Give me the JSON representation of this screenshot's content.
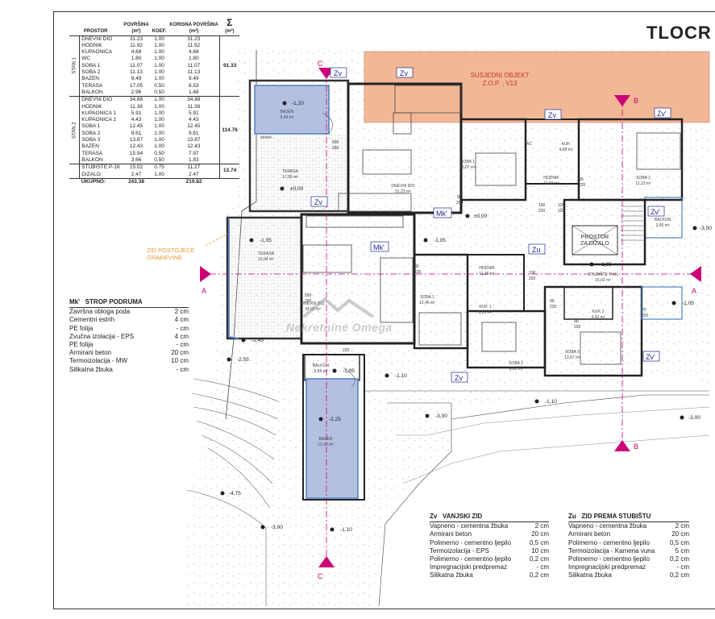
{
  "title": "TLOCR",
  "area_table": {
    "headers": {
      "prostor": "PROSTOR",
      "povrsina": "POVRŠINA",
      "povrsina_unit": "(m²)",
      "koef": "KOEF.",
      "korisna": "KORISNA POVRŠINA",
      "korisna_unit": "(m²)",
      "sigma": "Σ",
      "sigma_unit": "(m²)"
    },
    "groups": [
      {
        "label": "STAN 1",
        "sum": "91.33",
        "rows": [
          [
            "DNEVNI DIO",
            "31.23",
            "1.00",
            "31.23"
          ],
          [
            "HODNIK",
            "11.92",
            "1.00",
            "11.92"
          ],
          [
            "KUPAONICA",
            "4.68",
            "1.00",
            "4.68"
          ],
          [
            "WC",
            "1.80",
            "1.00",
            "1.80"
          ],
          [
            "SOBA 1",
            "11.07",
            "1.00",
            "11.07"
          ],
          [
            "SOBA 2",
            "11.13",
            "1.00",
            "11.13"
          ],
          [
            "BAZEN",
            "9.49",
            "1.00",
            "9.49"
          ],
          [
            "TERASA",
            "17.05",
            "0.50",
            "8.53"
          ],
          [
            "BALKON",
            "2.96",
            "0.50",
            "1.48"
          ]
        ]
      },
      {
        "label": "STAN 2",
        "sum": "114.76",
        "rows": [
          [
            "DNEVNI DIO",
            "34.88",
            "1.00",
            "34.88"
          ],
          [
            "HODNIK",
            "11.38",
            "1.00",
            "11.38"
          ],
          [
            "KUPAONICA 1",
            "5.91",
            "1.00",
            "5.91"
          ],
          [
            "KUPAONICA 2",
            "4.43",
            "1.00",
            "4.43"
          ],
          [
            "SOBA 1",
            "12.45",
            "1.00",
            "12.45"
          ],
          [
            "SOBA 2",
            "9.61",
            "1.00",
            "9.61"
          ],
          [
            "SOBA 3",
            "13.87",
            "1.00",
            "13.87"
          ],
          [
            "BAZEN",
            "12.43",
            "1.00",
            "12.43"
          ],
          [
            "TERASA",
            "15.94",
            "0.50",
            "7.97"
          ],
          [
            "BALKON",
            "3.66",
            "0.50",
            "1.83"
          ]
        ]
      },
      {
        "label": "",
        "sum": "13.74",
        "rows": [
          [
            "STUBIŠTE P-1K",
            "15.02",
            "0.75",
            "11.27"
          ],
          [
            "DIZALO",
            "2.47",
            "1.00",
            "2.47"
          ]
        ]
      }
    ],
    "total": [
      "UKUPNO:",
      "243.38",
      "",
      "219.82"
    ]
  },
  "spec_mk": {
    "code": "Mk'",
    "title": "STROP PODRUMA",
    "rows": [
      [
        "Završna obloga poda",
        "2 cm"
      ],
      [
        "Cementni estrih",
        "4 cm"
      ],
      [
        "PE folija",
        "- cm"
      ],
      [
        "Zvučna izolacija - EPS",
        "4 cm"
      ],
      [
        "PE folija",
        "- cm"
      ],
      [
        "Armirani beton",
        "20 cm"
      ],
      [
        "Termoizolacija - MW",
        "10 cm"
      ],
      [
        "Silikatna žbuka",
        "- cm"
      ]
    ]
  },
  "spec_zv": {
    "code": "Zv",
    "title": "VANJSKI ZID",
    "rows": [
      [
        "Vapneno - cementna žbuka",
        "2 cm"
      ],
      [
        "Armirani beton",
        "20 cm"
      ],
      [
        "Polimerno - cementno ljepilo",
        "0,5 cm"
      ],
      [
        "Termoizolacija - EPS",
        "10 cm"
      ],
      [
        "Polimerno - cementno ljepilo",
        "0,2 cm"
      ],
      [
        "Impregnacijski predpremaz",
        "- cm"
      ],
      [
        "Silikatna žbuka",
        "0,2 cm"
      ]
    ]
  },
  "spec_zu": {
    "code": "Zu",
    "title": "ZID PREMA STUBIŠTU",
    "rows": [
      [
        "Vapneno - cementna žbuka",
        "2 cm"
      ],
      [
        "Armirani beton",
        "20 cm"
      ],
      [
        "Polimerno - cementno ljepilo",
        "0,5 cm"
      ],
      [
        "Termoizolacija - Kamena vuna",
        "5 cm"
      ],
      [
        "Polimerno - cementno ljepilo",
        "0,2 cm"
      ],
      [
        "Impregnacijski predpremaz",
        "- cm"
      ],
      [
        "Silikatna žbuka",
        "0,2 cm"
      ]
    ]
  },
  "plan_labels": {
    "neighbor": "SUSJEDNI OBJEKT",
    "neighbor_zop": "Z.O.P. : V13",
    "existing_wall_1": "ZID POSTOJEĆE",
    "existing_wall_2": "GRAĐEVINE",
    "elevator_1": "PROSTOR",
    "elevator_2": "ZA DIZALO",
    "watermark": "Nekretnine Omega",
    "rooms": {
      "bazen1": "BAZEN",
      "bazen1_a": "9,49 m²",
      "terasa1": "TERASA",
      "terasa1_a": "17,05 m²",
      "dnevni1": "DNEVNI DIO",
      "dnevni1_a": "31,23 m²",
      "soba1a": "SOBA 1",
      "soba1a_a": "11,07 m²",
      "wc": "WC",
      "kup": "KUP.",
      "kup_a": "4,68 m²",
      "hodnik1": "HODNIK",
      "hodnik1_a": "11,92 m²",
      "soba2a": "SOBA 2",
      "soba2a_a": "11,13 m²",
      "balkon1": "BALKON",
      "balkon1_a": "2,96 m²",
      "stubiste": "STUBIŠTE P-1K",
      "stubiste_a": "15,02 m²",
      "terasa2": "TERASA",
      "terasa2_a": "15,94 m²",
      "dnevni2": "DNEVNI DIO",
      "dnevni2_a": "34,88 m²",
      "hodnik2": "HODNIK",
      "hodnik2_a": "11,38 m²",
      "soba1b": "SOBA 1",
      "soba1b_a": "12,45 m²",
      "kup1": "KUP. 1",
      "kup1_a": "5,91 m²",
      "kup2": "KUP. 2",
      "kup2_a": "4,43 m²",
      "soba2b": "SOBA 2",
      "soba2b_a": "9,61 m²",
      "soba3": "SOBA 3",
      "soba3_a": "13,87 m²",
      "balkon2": "BALKON",
      "balkon2_a": "3,66 m²",
      "bazen2": "BAZEN",
      "bazen2_a": "12,43 m²",
      "strehe": "strehe"
    },
    "levels": {
      "l120": "-1,20",
      "l000a": "±0,00",
      "l000b": "±0,00",
      "l105a": "-1,05",
      "l105b": "-1,05",
      "l105c": "-1,05",
      "l105d": "-1,05",
      "l105e": "-1,05",
      "l145": "-1,45",
      "l255": "-2,55",
      "l110a": "-1,10",
      "l110b": "-1,10",
      "l110c": "-1,10",
      "l225": "-2,25",
      "l300a": "-3,00",
      "l300b": "-3,00",
      "l300c": "-3,00",
      "l300d": "-3,00",
      "l475": "-4,75"
    },
    "tags": {
      "zv": "Zv",
      "zvp": "Zv'",
      "mkp": "Mk'",
      "zu": "Zu",
      "a": "A",
      "b": "B",
      "c": "C"
    },
    "doors": {
      "d500": "500",
      "d260": "260",
      "d90": "90",
      "d200": "200",
      "d100": "100",
      "d220": "220",
      "d120": "120",
      "d80": "80",
      "d70": "70",
      "d60": "60",
      "d225": "225"
    }
  },
  "colors": {
    "neighbor": "#f2b896",
    "pool": "#b4c0e0",
    "wall_blue": "#4f7fc4",
    "section_mark": "#cc0077",
    "tag": "#1f2b8f",
    "zone_line": "#e79a3a"
  }
}
